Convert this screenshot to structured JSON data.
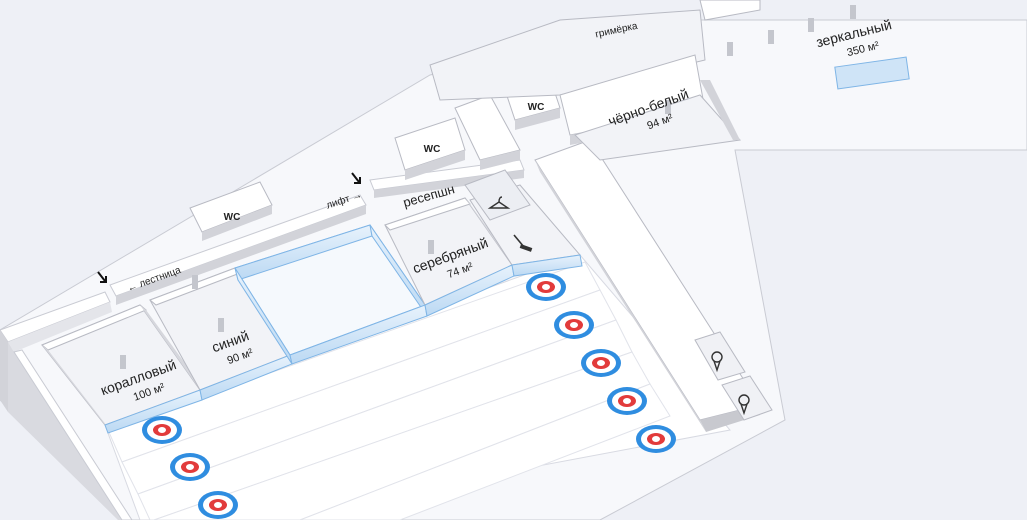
{
  "colors": {
    "background": "#eef0f6",
    "floor": "#f7f8fb",
    "wall_top": "#ffffff",
    "wall_side": "#d2d3d9",
    "glass": "#cfe4f7",
    "glass_stroke": "#7fb5e6",
    "target_outer": "#2f8de0",
    "target_white": "#ffffff",
    "target_red": "#e23b3b",
    "text": "#222222",
    "ice": "#ffffff"
  },
  "rooms": {
    "coral": {
      "name": "коралловый",
      "area": "100 м²"
    },
    "blue": {
      "name": "синий",
      "area": "90 м²"
    },
    "silver": {
      "name": "серебряный",
      "area": "74 м²"
    },
    "blackwhite": {
      "name": "чёрно-белый",
      "area": "94 м²"
    },
    "mirror": {
      "name": "зеркальный",
      "area": "350 м²"
    }
  },
  "labels": {
    "stairs": "← лестница",
    "elevator": "лифт →",
    "reception": "ресепшн",
    "dressing": "гримёрка",
    "wc": "WC"
  },
  "icons": [
    "arrow-down-icon",
    "coat-hanger-icon",
    "curling-broom-icon",
    "ice-cream-icon",
    "curling-target-icon"
  ],
  "curling_lanes": 5
}
